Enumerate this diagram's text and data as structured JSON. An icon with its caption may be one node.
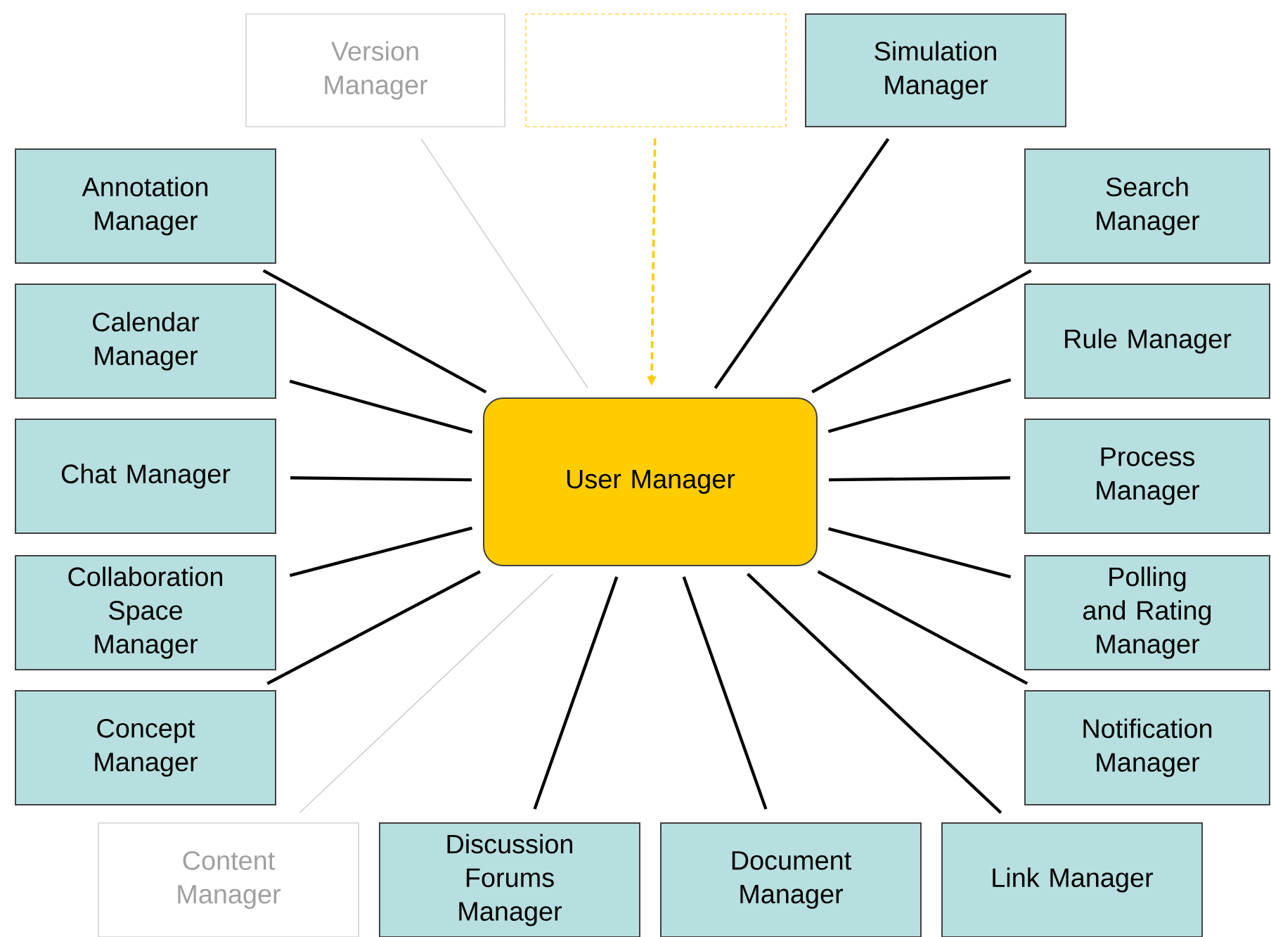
{
  "diagram": {
    "nodes": [
      {
        "text": [
          "Version Manager"
        ]
      },
      {
        "text": [],
        "shape": "box"
      },
      {
        "text": [
          "Simulation Manager"
        ]
      },
      {
        "text": [
          "Annotation Manager"
        ]
      },
      {
        "text": [
          "Search Manager"
        ]
      },
      {
        "text": [
          "Calendar Manager"
        ]
      },
      {
        "text": [
          "Rule Manager"
        ]
      },
      {
        "text": [
          "User Manager"
        ]
      },
      {
        "text": [
          "Chat Manager"
        ]
      },
      {
        "text": [
          "Process Manager"
        ]
      },
      {
        "text": [
          "Collaboration Space Manager"
        ]
      },
      {
        "text": [
          "Polling and Rating Manager"
        ]
      },
      {
        "text": [
          "Concept Manager"
        ]
      },
      {
        "text": [
          "Notification Manager"
        ]
      },
      {
        "text": [
          "Content Manager"
        ]
      },
      {
        "text": [
          "Discussion Forums Manager"
        ]
      },
      {
        "text": [
          "Document Manager"
        ]
      },
      {
        "text": [
          "Link Manager"
        ]
      }
    ],
    "edges": [
      {
        "from": 7,
        "to": 0,
        "arrow": "none",
        "color": "#c8c8c8"
      },
      {
        "from": 1,
        "to": 7,
        "arrow": "to",
        "style": "dashed",
        "color": "#ffcc00"
      },
      {
        "from": 7,
        "to": 2,
        "arrow": "none"
      },
      {
        "from": 7,
        "to": 3,
        "arrow": "none"
      },
      {
        "from": 7,
        "to": 4,
        "arrow": "none"
      },
      {
        "from": 7,
        "to": 5,
        "arrow": "none"
      },
      {
        "from": 7,
        "to": 6,
        "arrow": "none"
      },
      {
        "from": 7,
        "to": 8,
        "arrow": "none"
      },
      {
        "from": 7,
        "to": 9,
        "arrow": "none"
      },
      {
        "from": 7,
        "to": 10,
        "arrow": "none"
      },
      {
        "from": 7,
        "to": 11,
        "arrow": "none"
      },
      {
        "from": 7,
        "to": 12,
        "arrow": "none"
      },
      {
        "from": 7,
        "to": 13,
        "arrow": "none"
      },
      {
        "from": 7,
        "to": 14,
        "arrow": "none",
        "color": "#c8c8c8"
      },
      {
        "from": 7,
        "to": 15,
        "arrow": "none"
      },
      {
        "from": 7,
        "to": 16,
        "arrow": "none"
      },
      {
        "from": 7,
        "to": 17,
        "arrow": "none"
      }
    ]
  }
}
